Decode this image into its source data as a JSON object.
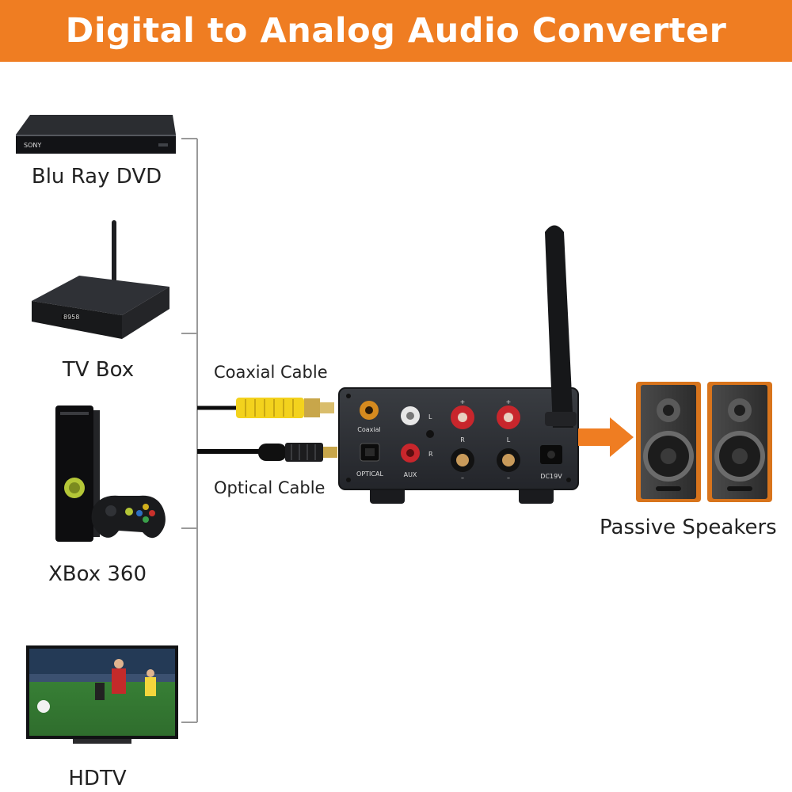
{
  "header": {
    "title": "Digital to Analog Audio Converter",
    "background": "#ef7d22",
    "text_color": "#ffffff"
  },
  "sources": [
    {
      "label": "Blu Ray DVD",
      "icon": "blu-ray-player-icon"
    },
    {
      "label": "TV Box",
      "icon": "tv-box-icon"
    },
    {
      "label": "XBox 360",
      "icon": "xbox-console-icon"
    },
    {
      "label": "HDTV",
      "icon": "tv-icon"
    }
  ],
  "cables": {
    "coaxial": {
      "label": "Coaxial Cable",
      "plug_color": "#f3d21d"
    },
    "optical": {
      "label": "Optical Cable"
    }
  },
  "converter": {
    "ports": {
      "coaxial": "Coaxial",
      "optical": "OPTICAL",
      "aux": "AUX",
      "dc": "DC19V",
      "left": "L",
      "right": "R",
      "plus": "+",
      "minus": "–"
    }
  },
  "output": {
    "label": "Passive Speakers",
    "arrow_color": "#ef7d22",
    "speaker_accent": "#d8741c"
  }
}
